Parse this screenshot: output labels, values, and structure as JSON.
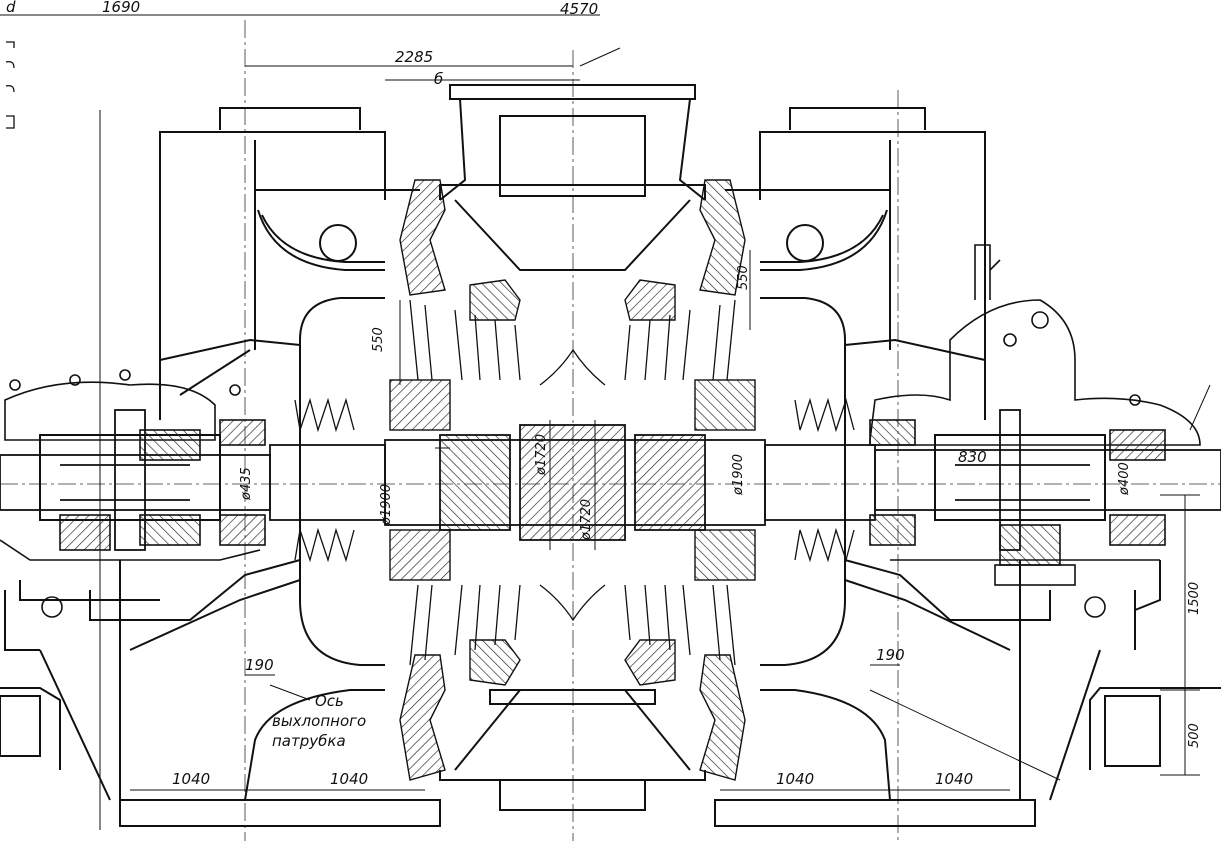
{
  "drawing": {
    "dimensions_top": {
      "left_label": "d",
      "d1": "1690",
      "d2": "4570",
      "d3": "2285",
      "section_mark": "б"
    },
    "diameters": {
      "shaft_left": "ø435",
      "disc_left": "ø1900",
      "center_upper": "ø1720",
      "center_lower": "ø1720",
      "disc_right": "ø1900",
      "shaft_right_830": "830",
      "shaft_right_400": "ø400"
    },
    "vertical_dims": {
      "left_550": "550",
      "right_550": "550",
      "right_1500": "1500",
      "right_500": "500"
    },
    "bottom_dims": {
      "b1": "1040",
      "b2": "1040",
      "b3": "1040",
      "b4": "1040",
      "offset_left": "190",
      "offset_right": "190"
    },
    "annotation": {
      "line1": "Ось",
      "line2": "выхлопного",
      "line3": "патрубка"
    }
  }
}
